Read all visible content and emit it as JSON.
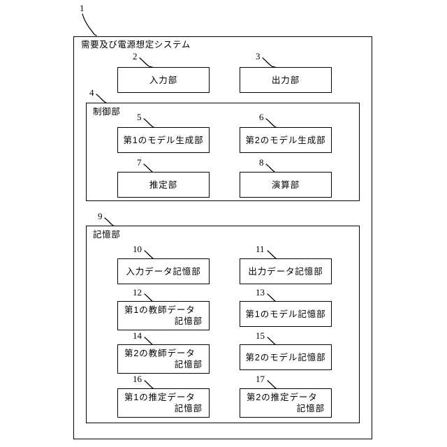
{
  "figure": {
    "system_frame": {
      "ref": "1",
      "title": "需要及び電源想定システム"
    },
    "control_frame": {
      "ref": "4",
      "title": "制御部"
    },
    "storage_frame": {
      "ref": "9",
      "title": "記憶部"
    },
    "boxes": [
      {
        "ref": "2",
        "line1": "入力部",
        "line2": ""
      },
      {
        "ref": "3",
        "line1": "出力部",
        "line2": ""
      },
      {
        "ref": "5",
        "line1": "第1のモデル生成部",
        "line2": ""
      },
      {
        "ref": "6",
        "line1": "第2のモデル生成部",
        "line2": ""
      },
      {
        "ref": "7",
        "line1": "推定部",
        "line2": ""
      },
      {
        "ref": "8",
        "line1": "演算部",
        "line2": ""
      },
      {
        "ref": "10",
        "line1": "入力データ記憶部",
        "line2": ""
      },
      {
        "ref": "11",
        "line1": "出力データ記憶部",
        "line2": ""
      },
      {
        "ref": "12",
        "line1": "第1の教師データ",
        "line2": "記憶部"
      },
      {
        "ref": "13",
        "line1": "第1のモデル記憶部",
        "line2": ""
      },
      {
        "ref": "14",
        "line1": "第2の教師データ",
        "line2": "記憶部"
      },
      {
        "ref": "15",
        "line1": "第2のモデル記憶部",
        "line2": ""
      },
      {
        "ref": "16",
        "line1": "第1の推定データ",
        "line2": "記憶部"
      },
      {
        "ref": "17",
        "line1": "第2の推定データ",
        "line2": "記憶部"
      }
    ]
  }
}
